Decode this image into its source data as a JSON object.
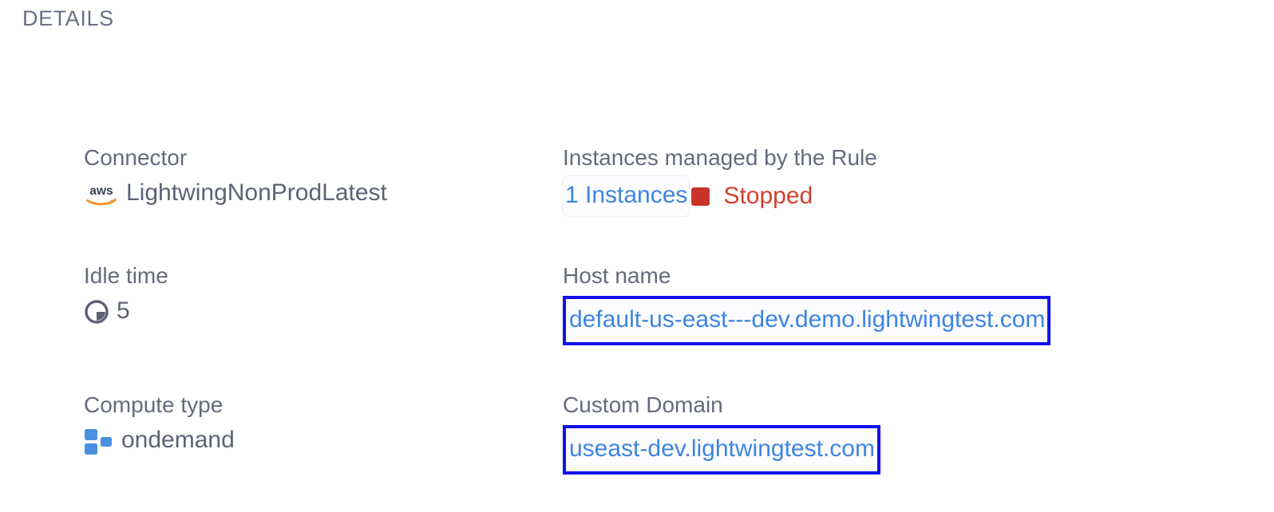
{
  "section": {
    "title": "DETAILS"
  },
  "fields": {
    "connector": {
      "label": "Connector",
      "value": "LightwingNonProdLatest",
      "icon": "aws-logo-icon"
    },
    "instances": {
      "label": "Instances managed by the Rule",
      "count_label": "1 Instances",
      "status_label": "Stopped",
      "status_icon": "stopped-square-icon"
    },
    "idle_time": {
      "label": "Idle time",
      "value": "5",
      "icon": "clock-pie-icon"
    },
    "host_name": {
      "label": "Host name",
      "value": "default-us-east---dev.demo.lightwingtest.com"
    },
    "compute_type": {
      "label": "Compute type",
      "value": "ondemand",
      "icon": "compute-squares-icon"
    },
    "custom_domain": {
      "label": "Custom Domain",
      "value": "useast-dev.lightwingtest.com"
    }
  },
  "colors": {
    "label": "#646b7d",
    "value": "#5c6374",
    "link": "#3d85e0",
    "status_stopped": "#d0402f",
    "status_square": "#c9342a",
    "highlight_border": "#1111ee",
    "aws_orange": "#f0932b",
    "compute_blue": "#4a90de"
  }
}
